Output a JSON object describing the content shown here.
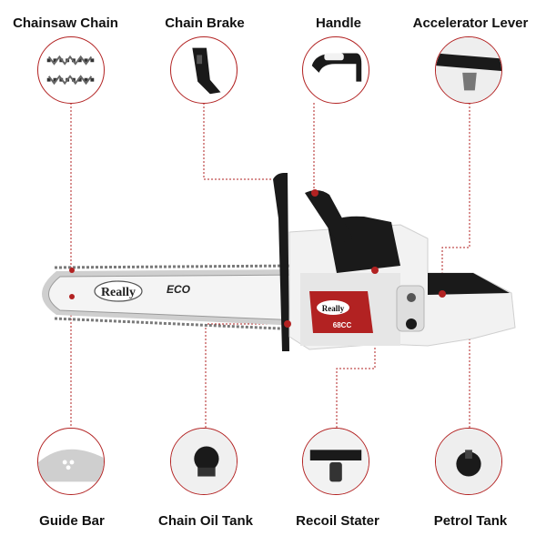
{
  "callouts": {
    "chainsaw_chain": "Chainsaw Chain",
    "chain_brake": "Chain Brake",
    "handle": "Handle",
    "accelerator_lever": "Accelerator Lever",
    "guide_bar": "Guide Bar",
    "chain_oil_tank": "Chain Oil Tank",
    "recoil_starter": "Recoil Stater",
    "petrol_tank": "Petrol Tank"
  },
  "product": {
    "brand": "Really",
    "bar_model": "ECO",
    "engine_badge": "68CC"
  },
  "colors": {
    "accent": "#b22222",
    "leader": "#b22222",
    "body": "#f2f2f2",
    "dark": "#1a1a1a"
  }
}
